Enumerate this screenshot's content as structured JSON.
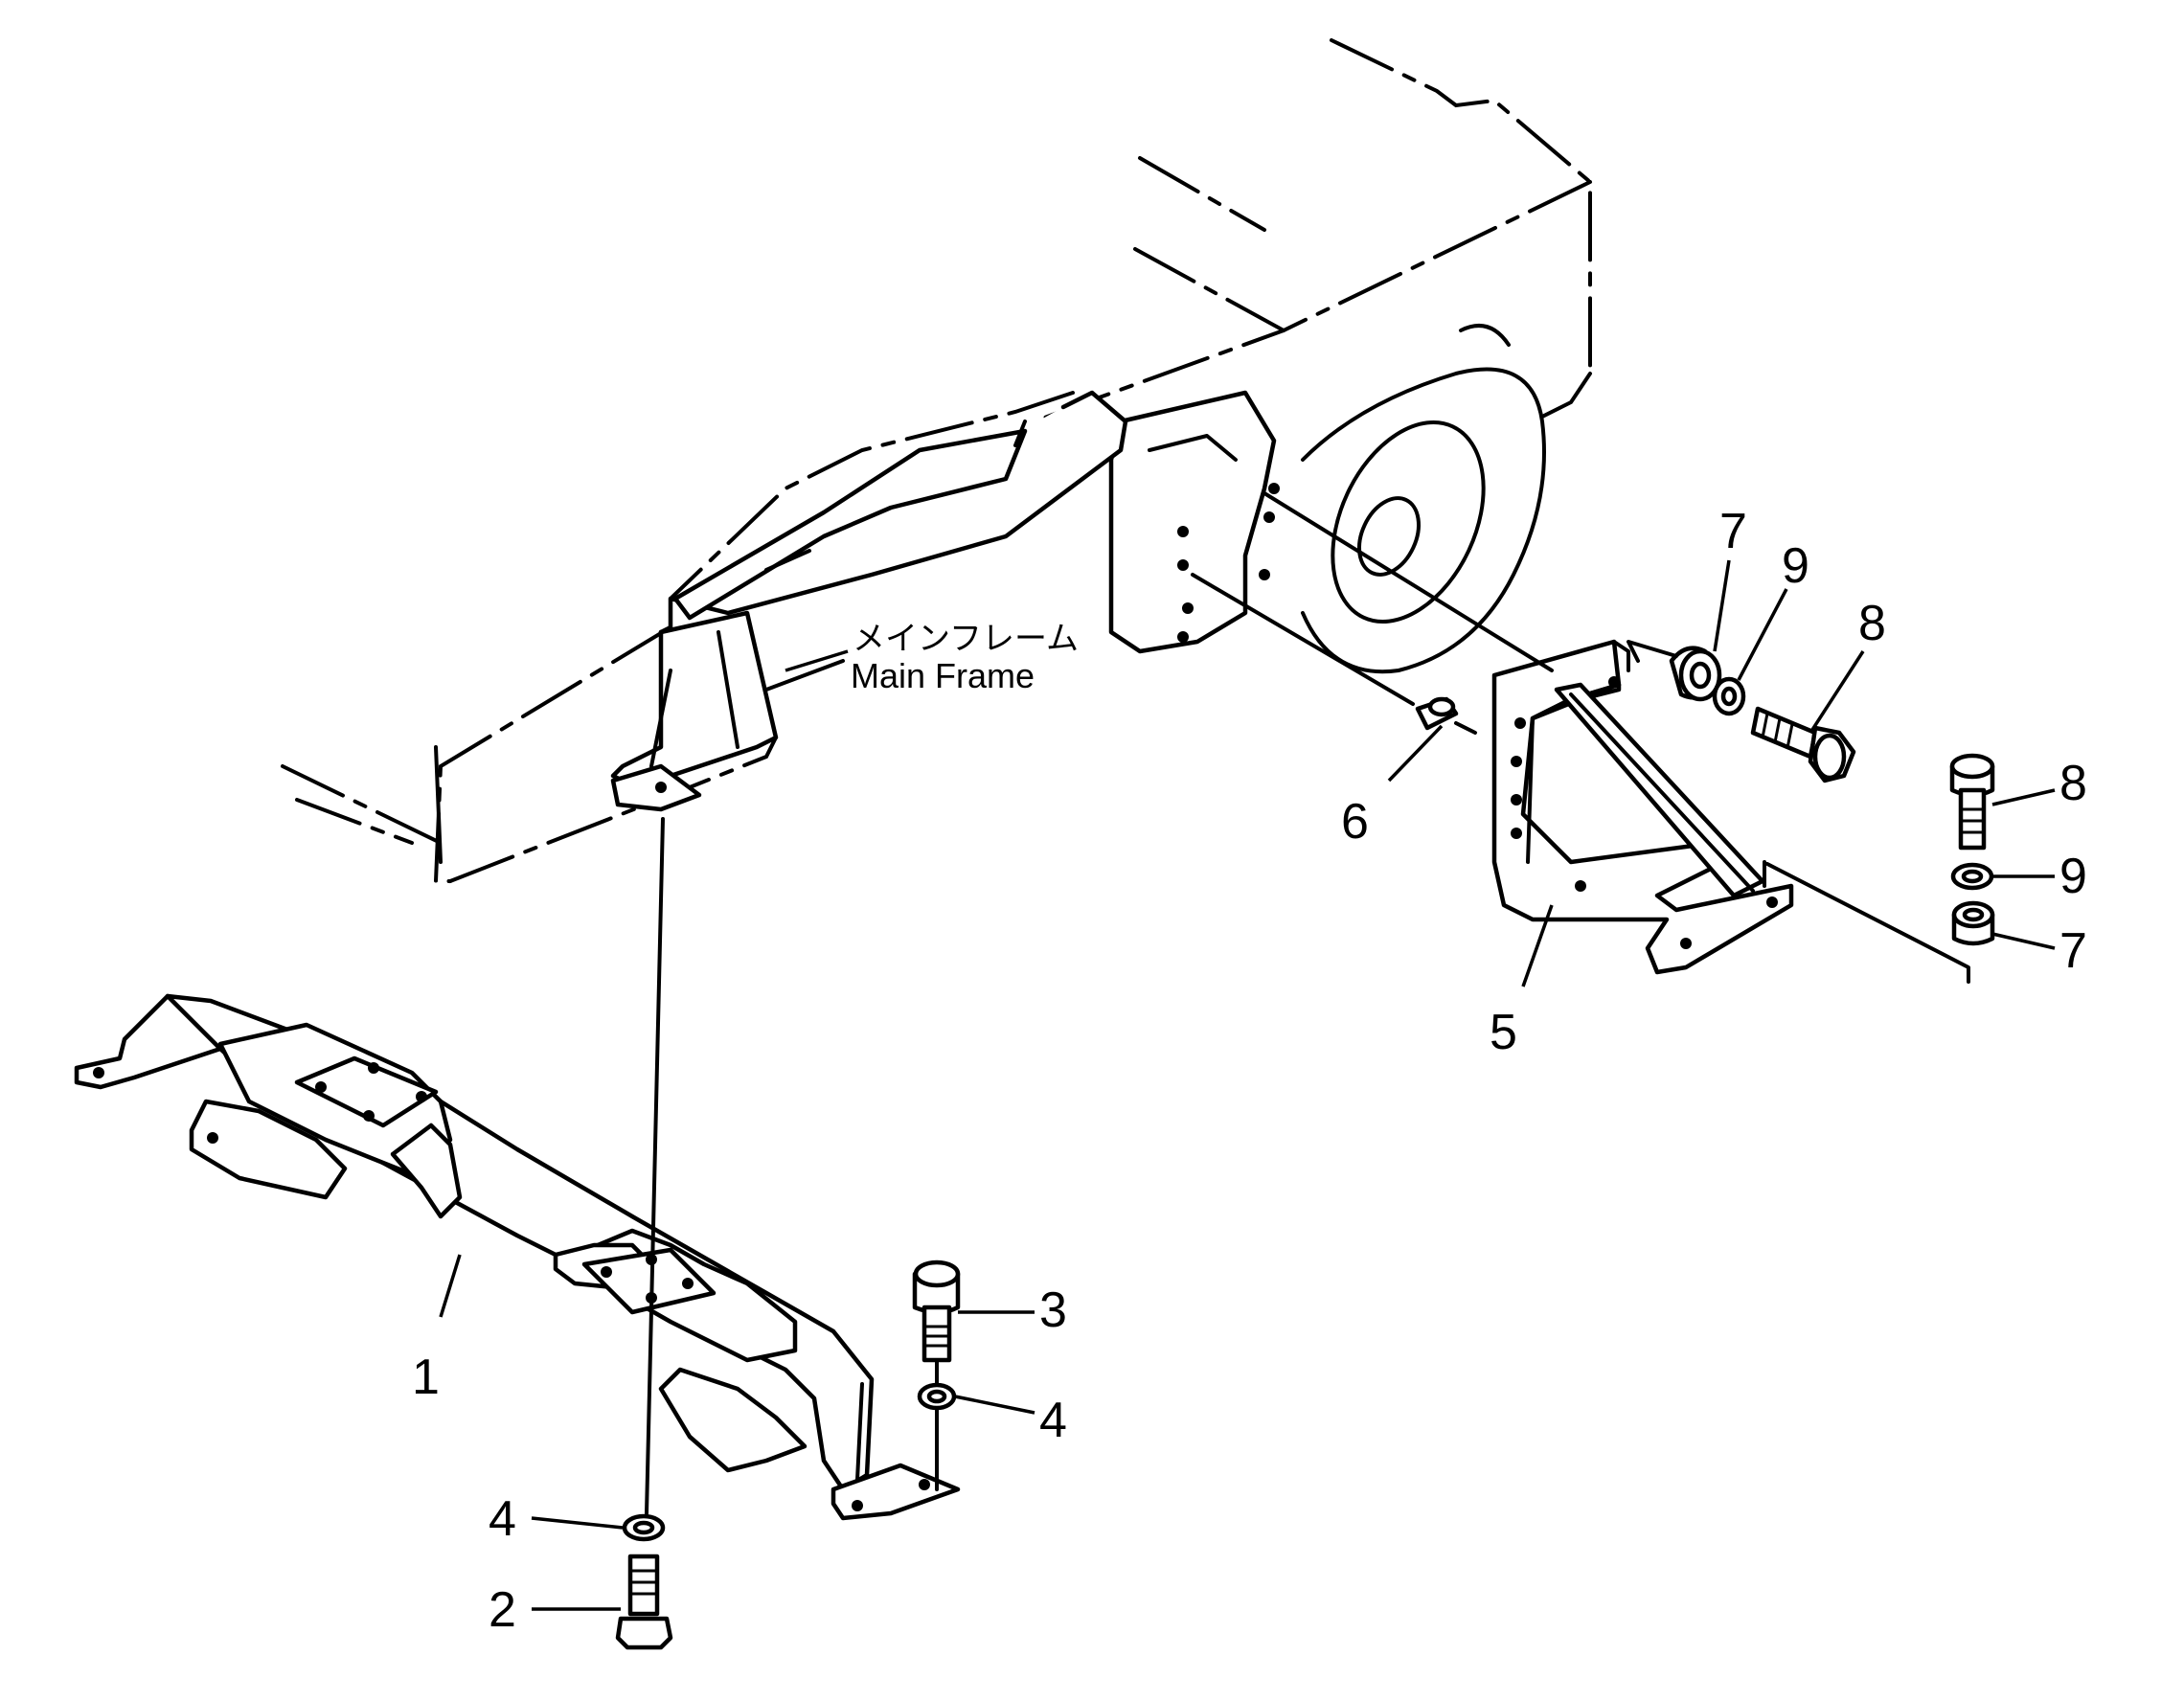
{
  "main_frame": {
    "label_jp": "メインフレーム",
    "label_en": "Main Frame"
  },
  "callouts": {
    "part_1": "1",
    "part_2": "2",
    "part_3": "3",
    "part_4_left": "4",
    "part_4_right": "4",
    "part_5": "5",
    "part_6": "6",
    "part_7_top": "7",
    "part_7_bottom": "7",
    "part_8_top": "8",
    "part_8_right": "8",
    "part_9_top": "9",
    "part_9_right": "9"
  }
}
